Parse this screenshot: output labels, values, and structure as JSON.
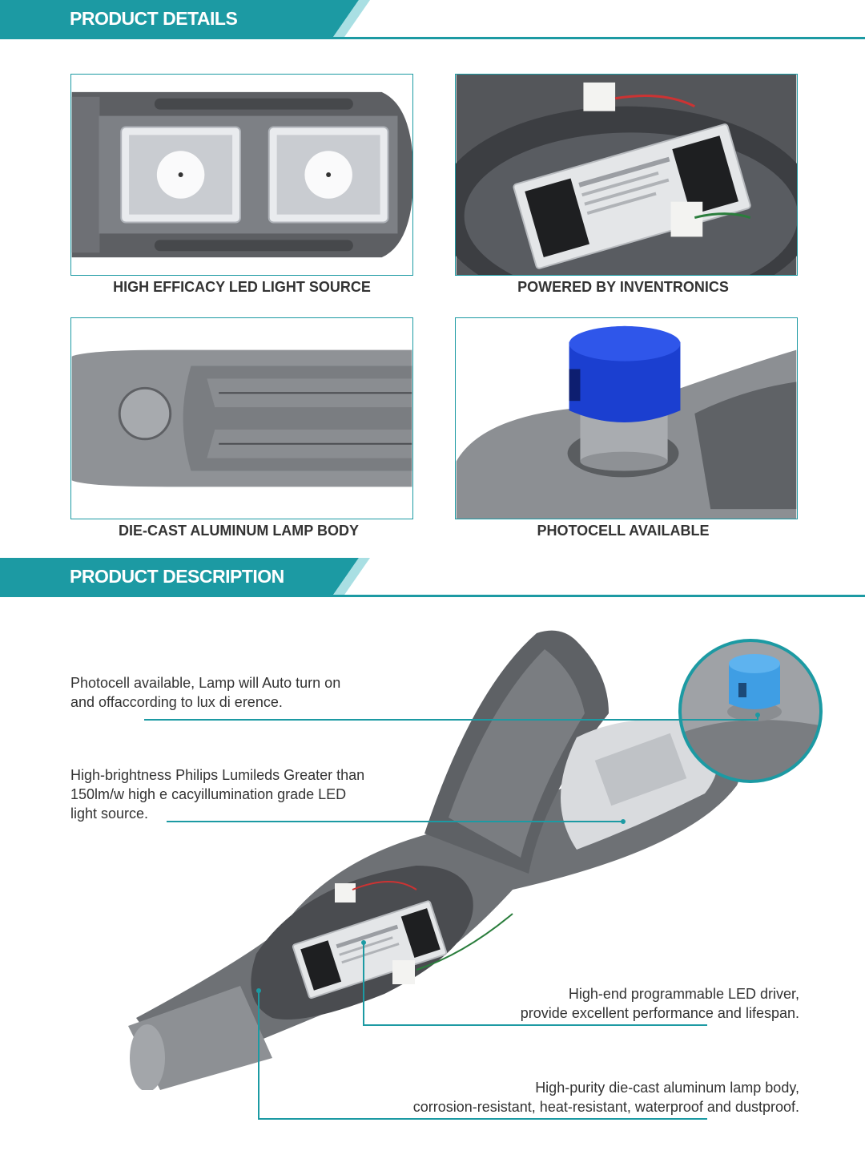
{
  "colors": {
    "accent": "#1c9aa3",
    "accent_light": "#a9dfe3",
    "text": "#333333"
  },
  "details_header": {
    "title": "PRODUCT DETAILS"
  },
  "details": [
    {
      "caption": "HIGH EFFICACY LED LIGHT SOURCE",
      "icon": "led-module-photo"
    },
    {
      "caption": "POWERED BY INVENTRONICS",
      "icon": "driver-photo"
    },
    {
      "caption": "DIE-CAST ALUMINUM LAMP BODY",
      "icon": "lamp-body-photo"
    },
    {
      "caption": "PHOTOCELL AVAILABLE",
      "icon": "photocell-photo"
    }
  ],
  "description_header": {
    "title": "PRODUCT DESCRIPTION"
  },
  "descriptions": [
    {
      "lines": [
        "Photocell available, Lamp will Auto turn on",
        "and offaccording to lux di erence."
      ]
    },
    {
      "lines": [
        "High-brightness Philips Lumileds Greater than",
        "150lm/w high e cacyillumination grade LED",
        "light source."
      ]
    },
    {
      "lines": [
        "High-end programmable LED driver,",
        "provide excellent performance and lifespan."
      ]
    },
    {
      "lines": [
        "High-purity die-cast aluminum lamp body,",
        "corrosion-resistant, heat-resistant, waterproof and dustproof."
      ]
    }
  ]
}
